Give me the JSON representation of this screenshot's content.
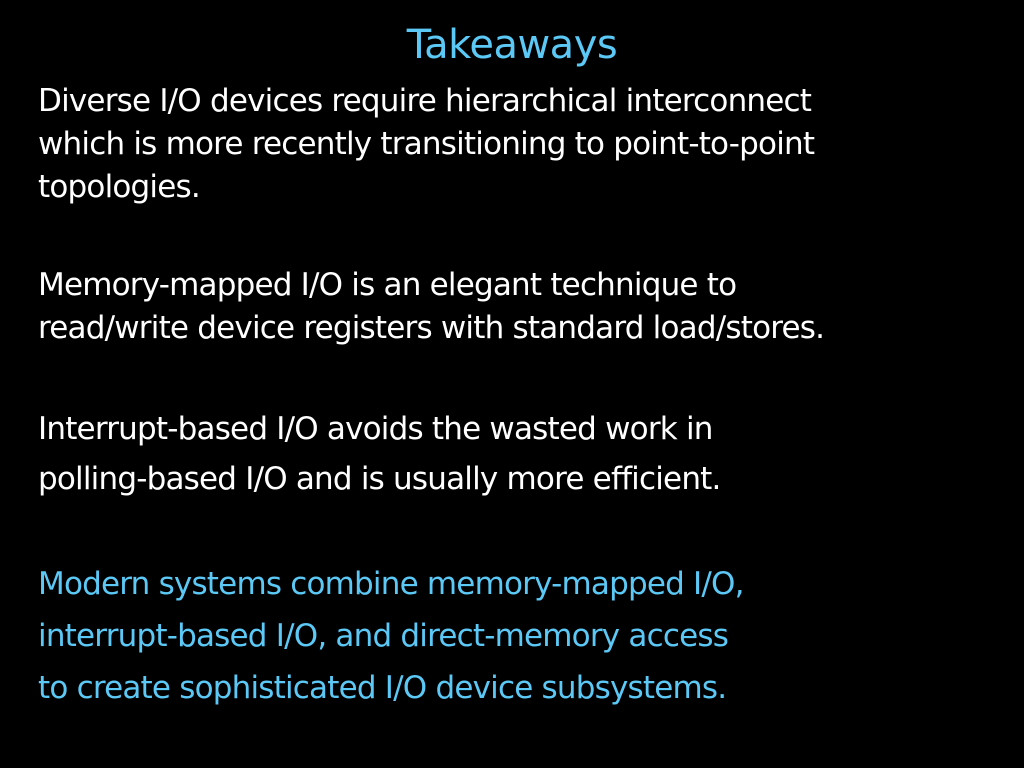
{
  "slide": {
    "title": "Takeaways",
    "accent_color": "#5BC8F5",
    "paragraphs": [
      {
        "lines": [
          "Diverse I/O devices require hierarchical interconnect",
          "which is more recently transitioning to point-to-point",
          "topologies."
        ]
      },
      {
        "lines": [
          "Memory-mapped I/O is an elegant technique to",
          "read/write device registers with standard load/stores."
        ]
      },
      {
        "lines": [
          "Interrupt-based I/O avoids the wasted work in",
          "polling-based I/O and is usually more efficient."
        ]
      },
      {
        "lines": [
          "Modern systems combine memory-mapped I/O,",
          "interrupt-based I/O, and direct-memory access",
          "to create sophisticated I/O device subsystems."
        ],
        "highlighted": true
      }
    ]
  }
}
